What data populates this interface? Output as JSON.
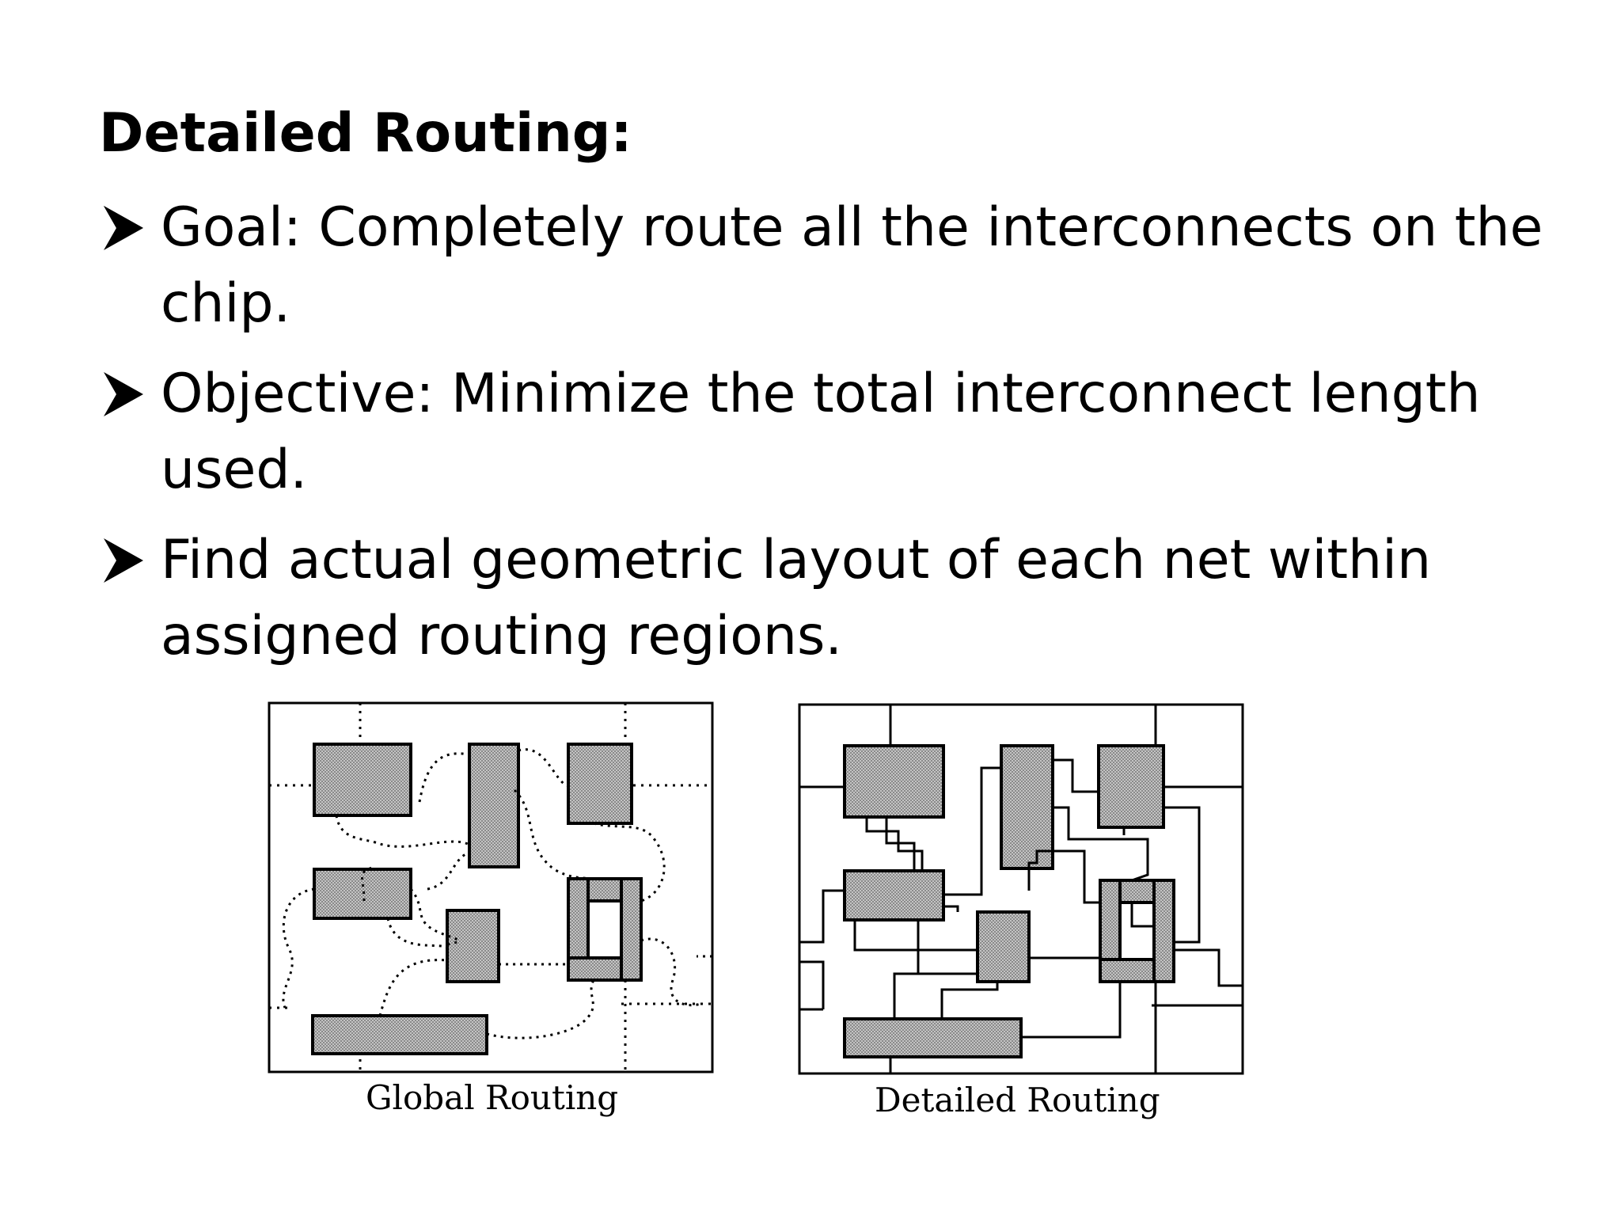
{
  "slide": {
    "title": "Detailed Routing:",
    "bullets": [
      {
        "text": "Goal: Completely route all the interconnects on the chip.",
        "marker": "arrowhead-bullet-icon"
      },
      {
        "text": "Objective: Minimize the total interconnect length used.",
        "marker": "arrowhead-bullet-icon"
      },
      {
        "text": "Find actual geometric layout of each net within assigned routing regions.",
        "marker": "arrowhead-bullet-icon"
      }
    ]
  },
  "figure": {
    "panels": [
      {
        "caption": "Global Routing",
        "line_style": "dotted"
      },
      {
        "caption": "Detailed Routing",
        "line_style": "solid"
      }
    ],
    "colors": {
      "block_fill": "#b8b8b8",
      "line": "#000000",
      "background": "#ffffff"
    }
  }
}
